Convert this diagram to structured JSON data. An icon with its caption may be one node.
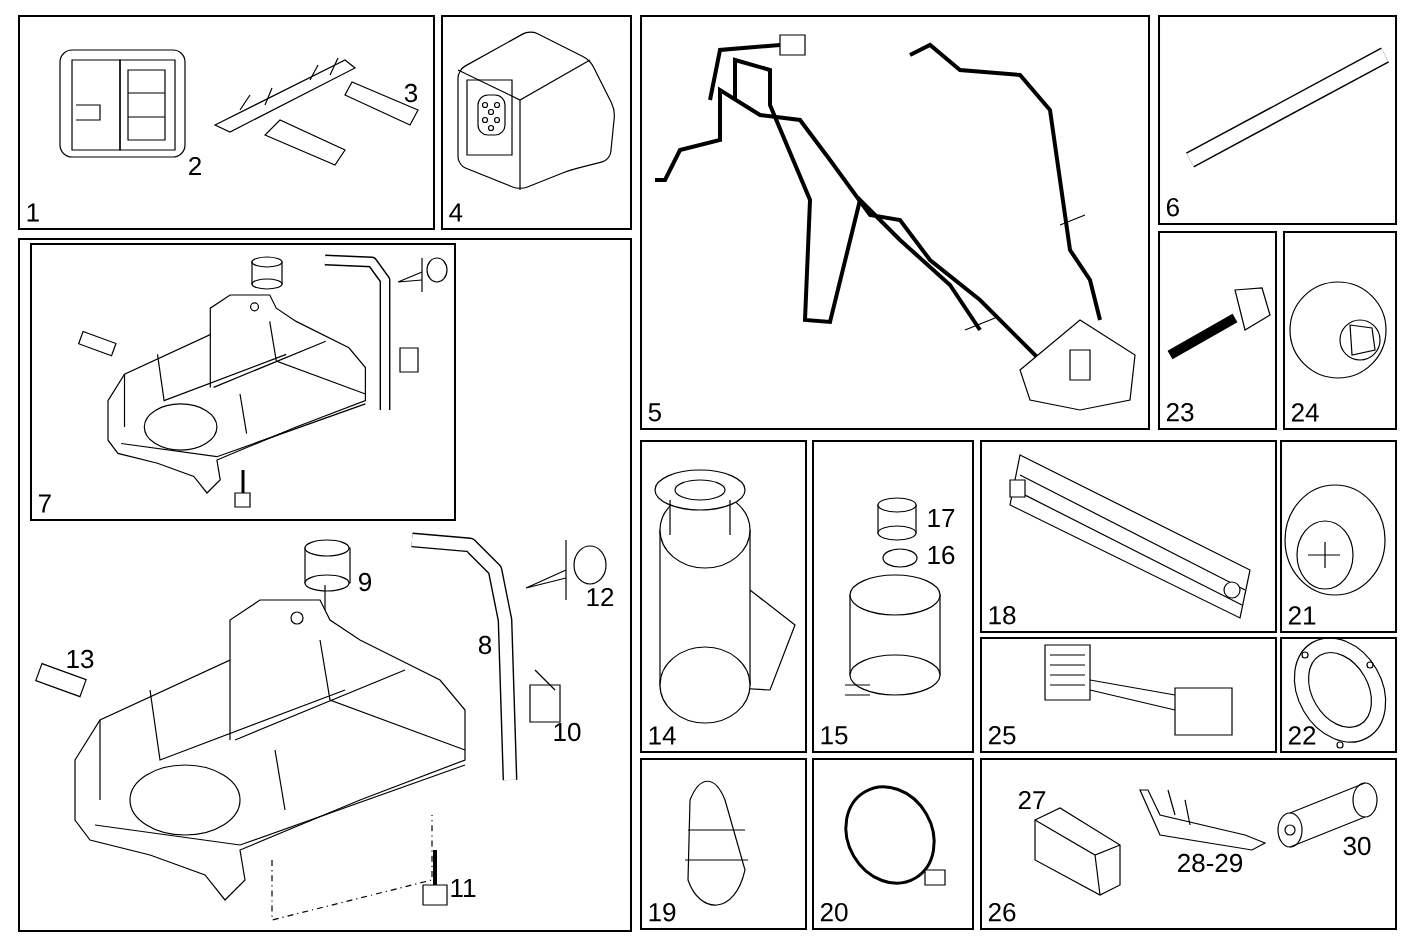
{
  "diagram": {
    "nodes": [
      {
        "text": [
          "1"
        ]
      },
      {
        "text": [
          "4"
        ]
      },
      {
        "text": [
          "5"
        ]
      },
      {
        "text": [
          "6"
        ]
      },
      {
        "text": [],
        "shape": "box"
      },
      {
        "text": [
          "7"
        ],
        "in": 4
      },
      {
        "text": [
          "23"
        ]
      },
      {
        "text": [
          "24"
        ]
      },
      {
        "text": [
          "14"
        ]
      },
      {
        "text": [
          "15"
        ]
      },
      {
        "text": [
          "18"
        ]
      },
      {
        "text": [
          "21"
        ]
      },
      {
        "text": [
          "25"
        ]
      },
      {
        "text": [
          "22"
        ]
      },
      {
        "text": [
          "19"
        ]
      },
      {
        "text": [
          "20"
        ]
      },
      {
        "text": [
          "26"
        ]
      }
    ],
    "edges": [],
    "labels": [
      "2",
      "3",
      "9",
      "12",
      "13",
      "8",
      "10",
      "11",
      "17",
      "16",
      "27",
      "28-29",
      "30"
    ]
  }
}
